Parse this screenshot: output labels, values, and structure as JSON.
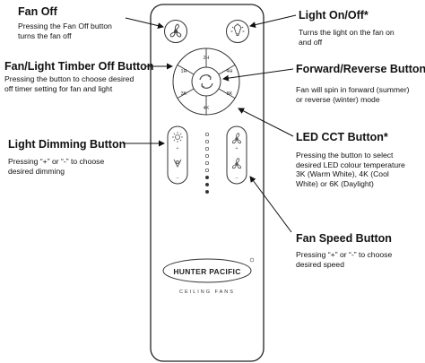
{
  "labels": {
    "fan_off": {
      "title": "Fan Off",
      "desc": "Pressing the Fan Off button turns the fan off"
    },
    "light_onoff": {
      "title": "Light On/Off*",
      "desc": "Turns the light on the fan on and off"
    },
    "timer": {
      "title": "Fan/Light Timber Off Button",
      "desc": "Pressing the button to choose desired off timer setting for fan and light"
    },
    "forward_reverse": {
      "title": "Forward/Reverse Button",
      "desc": "Fan will spin in forward (summer) or reverse (winter) mode"
    },
    "dimming": {
      "title": "Light Dimming Button",
      "desc": "Pressing “+” or “-” to choose desired dimming"
    },
    "led_cct": {
      "title": "LED CCT Button*",
      "desc": "Pressing the button to select desired LED colour temperature 3K (Warm White), 4K (Cool White) or 6K (Daylight)"
    },
    "fan_speed": {
      "title": "Fan Speed Button",
      "desc": "Pressing “+” or “-” to choose desired speed"
    }
  },
  "remote": {
    "timer_segments": [
      "2H",
      "4H",
      "8K",
      "4K",
      "3K",
      "1H"
    ],
    "plus_sign": "+",
    "minus_sign": "–",
    "brand": "HUNTER PACIFIC",
    "brand_sub": "CEILING FANS"
  }
}
